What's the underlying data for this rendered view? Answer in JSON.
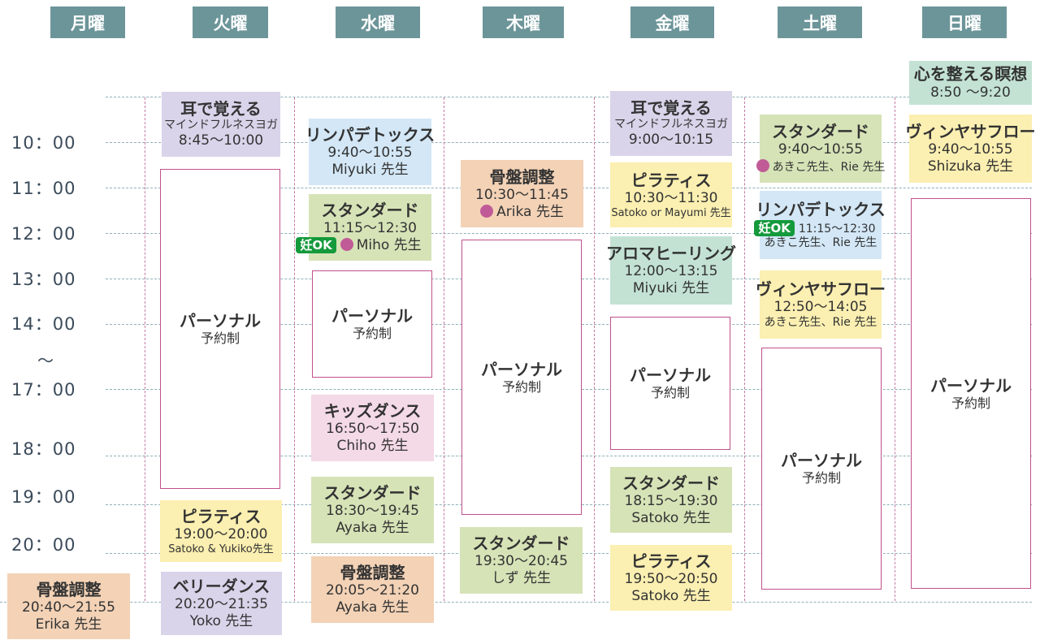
{
  "days": [
    "月曜",
    "火曜",
    "水曜",
    "木曜",
    "金曜",
    "土曜",
    "日曜"
  ],
  "times": [
    "10：00",
    "11：00",
    "12：00",
    "13：00",
    "14：00",
    "〜",
    "17：00",
    "18：00",
    "19：00",
    "20：00"
  ],
  "personal": {
    "title": "パーソナル",
    "sub": "予約制"
  },
  "badges": {
    "pregnant_ok": "妊OK"
  },
  "mon": {
    "c1": {
      "title": "骨盤調整",
      "time": "20:40〜21:55",
      "teacher": "Erika 先生"
    }
  },
  "tue": {
    "c1": {
      "title": "耳で覚える",
      "sub": "マインドフルネスヨガ",
      "time": "8:45〜10:00"
    },
    "c2": {
      "title": "ピラティス",
      "time": "19:00〜20:00",
      "teacher": "Satoko & Yukiko先生"
    },
    "c3": {
      "title": "ベリーダンス",
      "time": "20:20〜21:35",
      "teacher": "Yoko 先生"
    }
  },
  "wed": {
    "c1": {
      "title": "リンパデトックス",
      "time": "9:40〜10:55",
      "teacher": "Miyuki 先生"
    },
    "c2": {
      "title": "スタンダード",
      "time": "11:15〜12:30",
      "teacher": "Miho 先生"
    },
    "c3": {
      "title": "キッズダンス",
      "time": "16:50〜17:50",
      "teacher": "Chiho 先生"
    },
    "c4": {
      "title": "スタンダード",
      "time": "18:30〜19:45",
      "teacher": "Ayaka 先生"
    },
    "c5": {
      "title": "骨盤調整",
      "time": "20:05〜21:20",
      "teacher": "Ayaka 先生"
    }
  },
  "thu": {
    "c1": {
      "title": "骨盤調整",
      "time": "10:30〜11:45",
      "teacher": "Arika 先生"
    },
    "c2": {
      "title": "スタンダード",
      "time": "19:30〜20:45",
      "teacher": "しず 先生"
    }
  },
  "fri": {
    "c1": {
      "title": "耳で覚える",
      "sub": "マインドフルネスヨガ",
      "time": "9:00〜10:15"
    },
    "c2": {
      "title": "ピラティス",
      "time": "10:30〜11:30",
      "teacher": "Satoko or Mayumi 先生"
    },
    "c3": {
      "title": "アロマヒーリング",
      "time": "12:00〜13:15",
      "teacher": "Miyuki 先生"
    },
    "c4": {
      "title": "スタンダード",
      "time": "18:15〜19:30",
      "teacher": "Satoko 先生"
    },
    "c5": {
      "title": "ピラティス",
      "time": "19:50〜20:50",
      "teacher": "Satoko 先生"
    }
  },
  "sat": {
    "c1": {
      "title": "スタンダード",
      "time": "9:40〜10:55",
      "teacher": "あきこ先生、Rie 先生"
    },
    "c2": {
      "title": "リンパデトックス",
      "time": "11:15〜12:30",
      "teacher": "あきこ先生、Rie 先生"
    },
    "c3": {
      "title": "ヴィンヤサフロー",
      "time": "12:50〜14:05",
      "teacher": "あきこ先生、Rie 先生"
    }
  },
  "sun": {
    "c1": {
      "title": "心を整える瞑想",
      "time": "8:50 〜9:20"
    },
    "c2": {
      "title": "ヴィンヤサフロー",
      "time": "9:40〜10:55",
      "teacher": "Shizuka 先生"
    }
  },
  "colors": {
    "header": "#6c9599",
    "lavender": "#d9d4ea",
    "blue": "#d3e7f6",
    "green": "#d6e3b7",
    "yellow": "#fbefb1",
    "peach": "#f3d2b6",
    "pink": "#f4d9e6",
    "mint": "#c3e2d4",
    "personal_border": "#c0508c",
    "badge": "#149a3c",
    "dot": "#c15b97"
  }
}
